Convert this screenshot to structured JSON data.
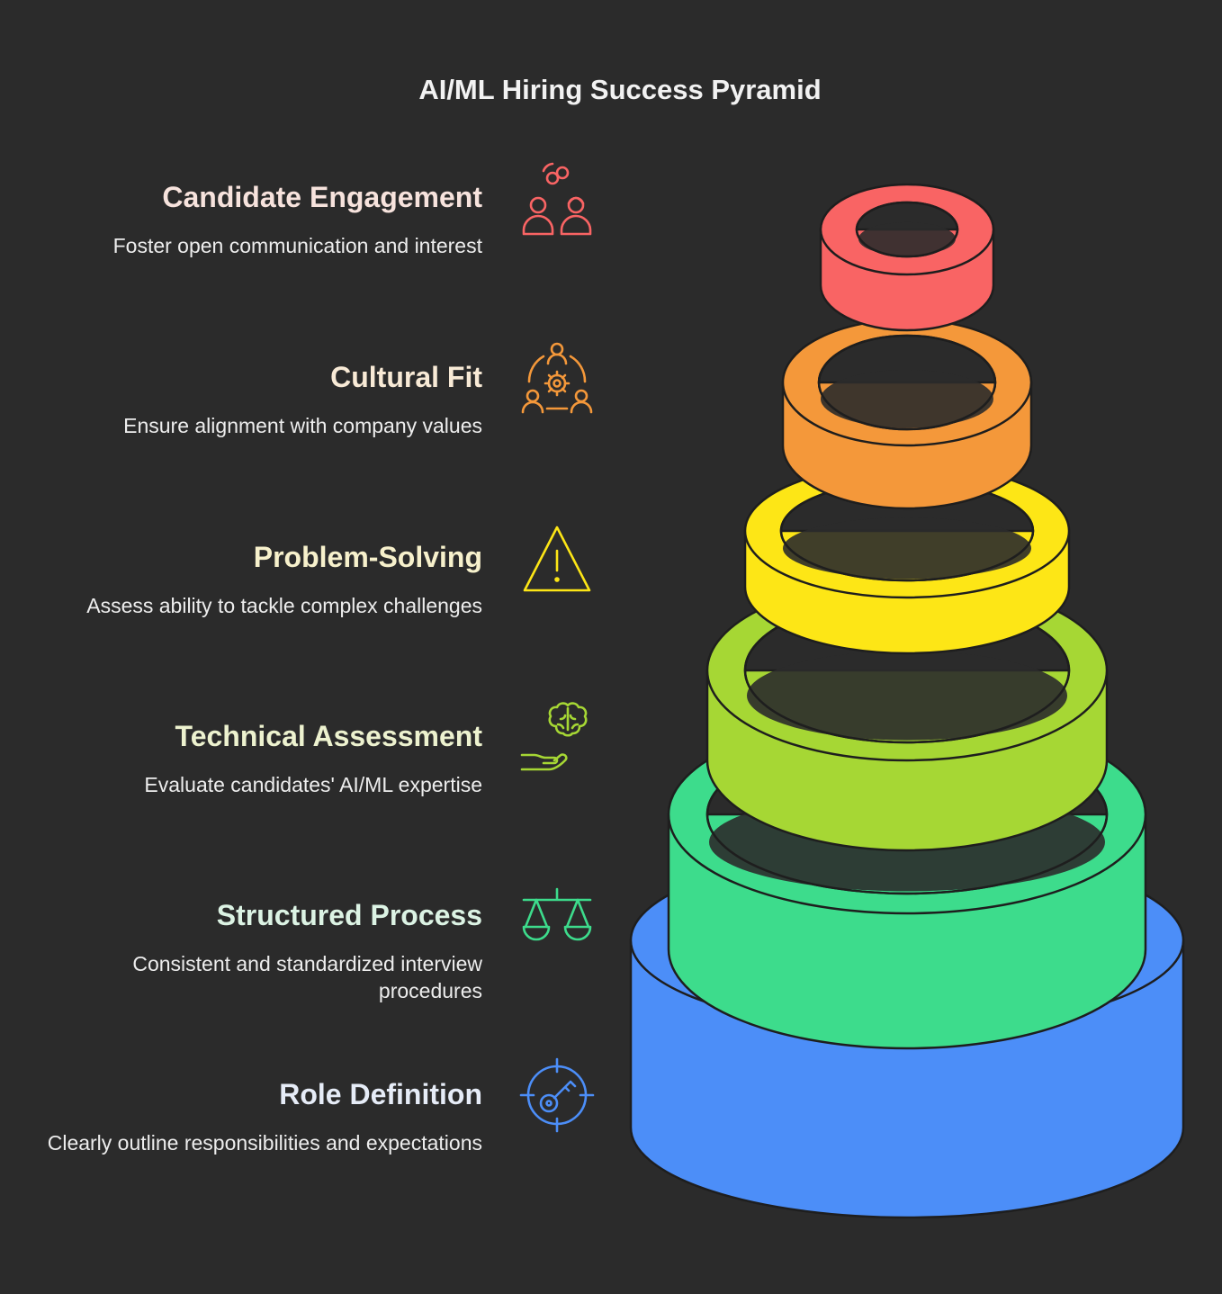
{
  "title": "AI/ML Hiring Success Pyramid",
  "colors": {
    "background": "#2b2b2b",
    "outline": "#1e1e1e"
  },
  "tiers": [
    {
      "title": "Candidate Engagement",
      "description": "Foster open communication and interest",
      "icon": "people-communication-icon",
      "color": "#f96464",
      "title_color": "#f7e3dd"
    },
    {
      "title": "Cultural Fit",
      "description": "Ensure alignment with company values",
      "icon": "team-culture-icon",
      "color": "#f4983a",
      "title_color": "#f8ead6"
    },
    {
      "title": "Problem-Solving",
      "description": "Assess ability to tackle complex challenges",
      "icon": "warning-icon",
      "color": "#fde616",
      "title_color": "#f7f1cc"
    },
    {
      "title": "Technical Assessment",
      "description": "Evaluate candidates' AI/ML expertise",
      "icon": "brain-hand-icon",
      "color": "#a6d734",
      "title_color": "#edf2cf"
    },
    {
      "title": "Structured Process",
      "description": "Consistent and standardized interview procedures",
      "icon": "balance-scale-icon",
      "color": "#3ddc8c",
      "title_color": "#dcf3e4"
    },
    {
      "title": "Role Definition",
      "description": "Clearly outline responsibilities and expectations",
      "icon": "target-key-icon",
      "color": "#4c8ef8",
      "title_color": "#e6ecf7"
    }
  ]
}
